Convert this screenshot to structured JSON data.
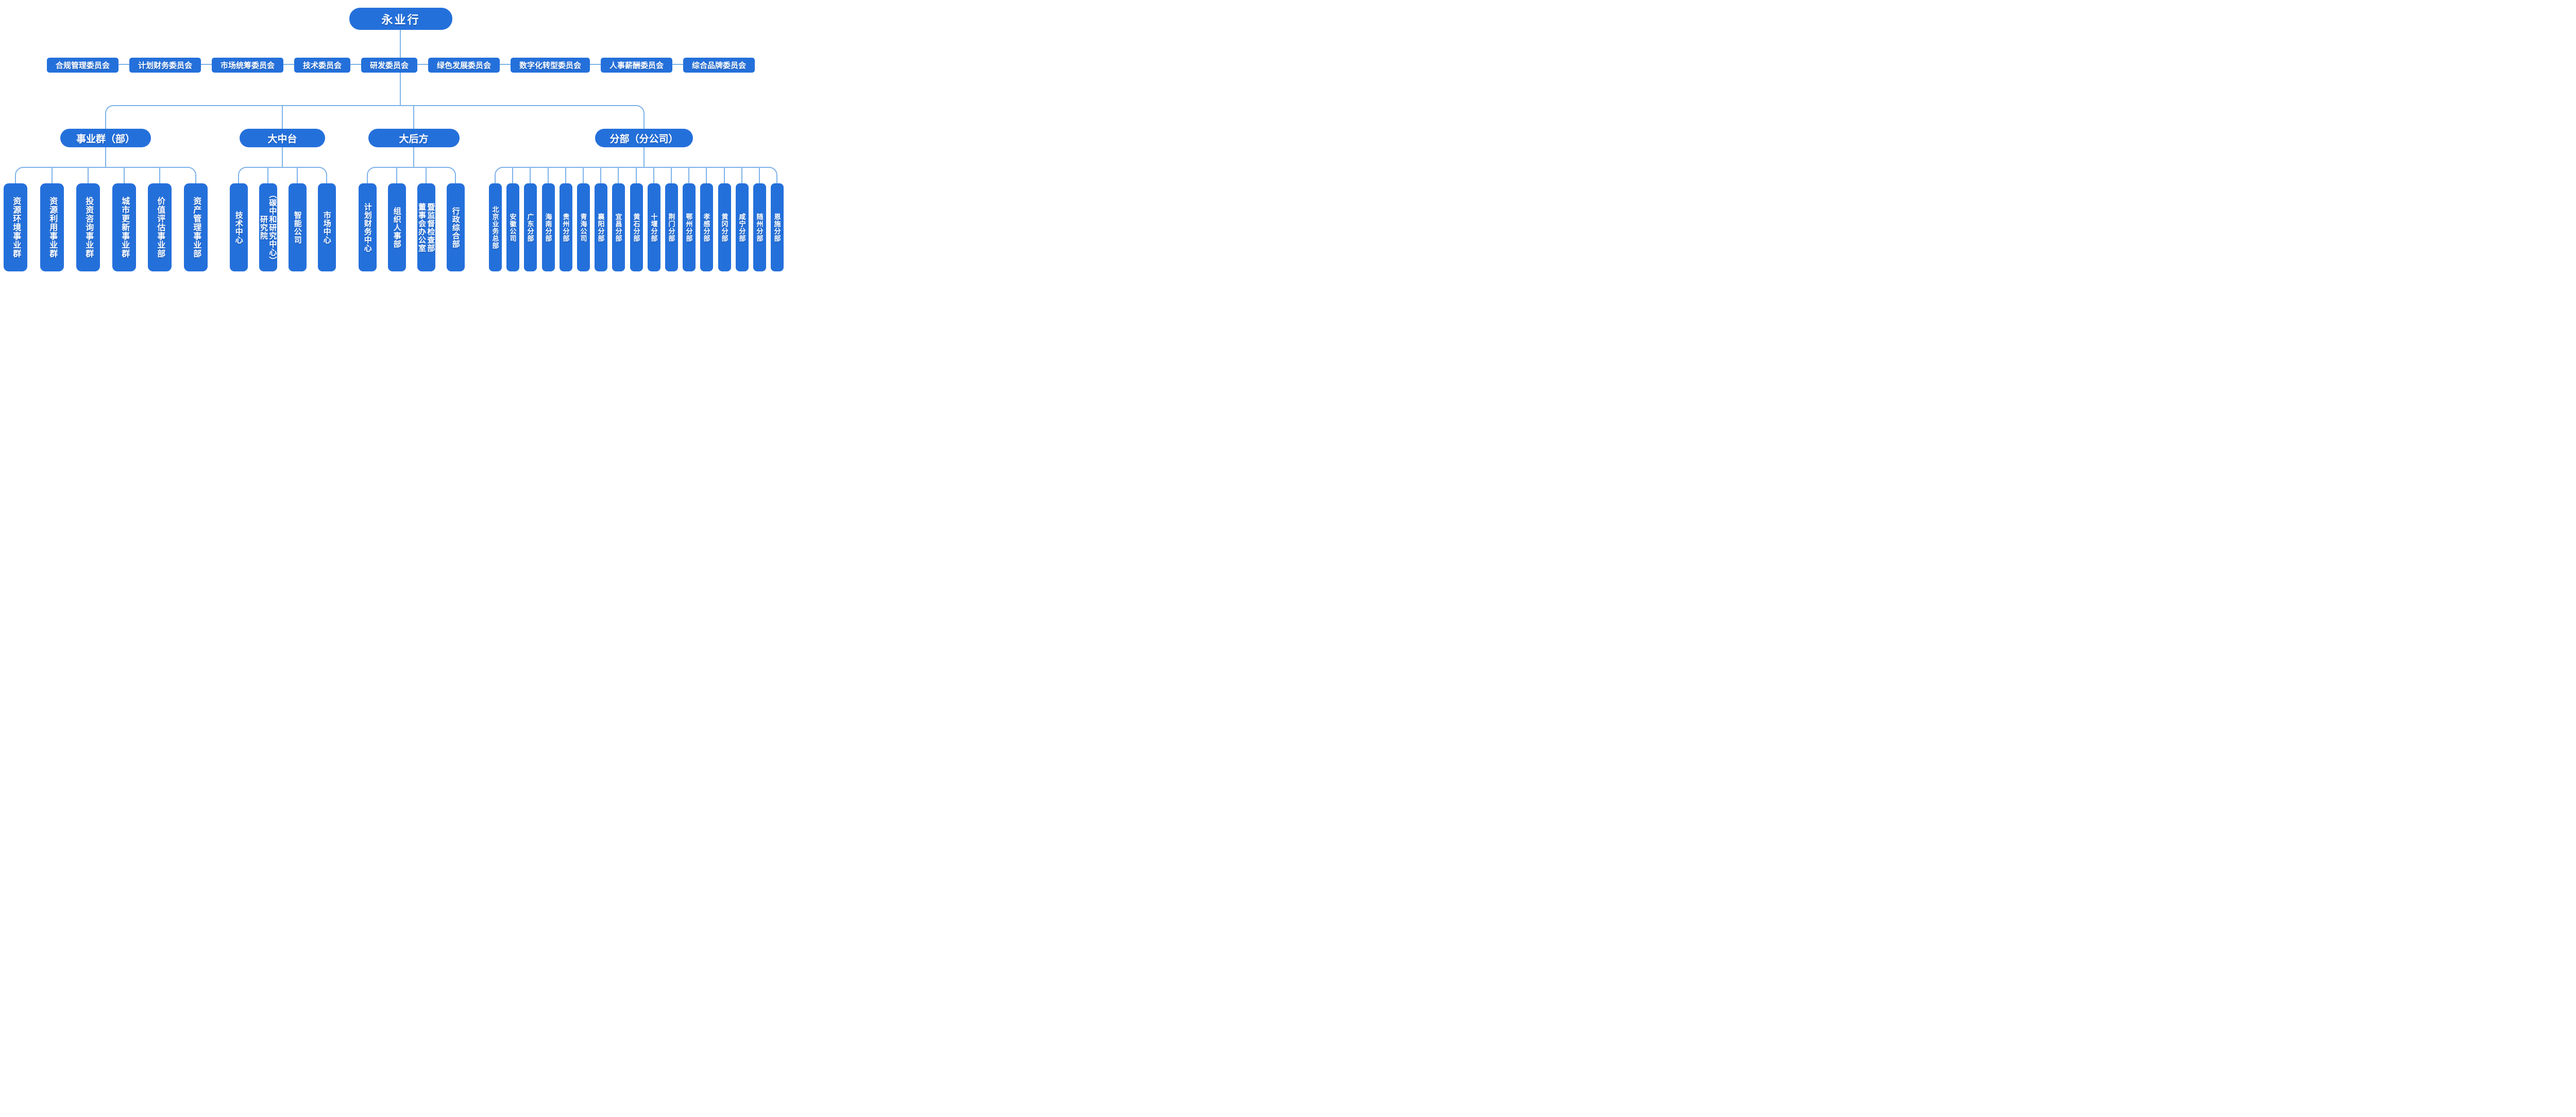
{
  "title": "永业行",
  "committees": [
    "合规管理委员会",
    "计划财务委员会",
    "市场统筹委员会",
    "技术委员会",
    "研发委员会",
    "绿色发展委员会",
    "数字化转型委员会",
    "人事薪酬委员会",
    "综合品牌委员会"
  ],
  "groups": [
    {
      "label": "事业群（部）",
      "children": [
        "资源环境事业群",
        "资源利用事业群",
        "投资咨询事业群",
        "城市更新事业群",
        "价值评估事业部",
        "资产管理事业部"
      ]
    },
    {
      "label": "大中台",
      "children": [
        "技术中心",
        "研究院\n（碳中和研究中心）",
        "智能公司",
        "市场中心"
      ]
    },
    {
      "label": "大后方",
      "children": [
        "计划财务中心",
        "组织人事部",
        "董事会办公室\n暨监督检查部",
        "行政综合部"
      ]
    },
    {
      "label": "分部（分公司）",
      "children": [
        "北京业务总部",
        "安徽公司",
        "广东分部",
        "海南分部",
        "贵州分部",
        "青海公司",
        "襄阳分部",
        "宜昌分部",
        "黄石分部",
        "十堰分部",
        "荆门分部",
        "鄂州分部",
        "孝感分部",
        "黄冈分部",
        "咸宁分部",
        "随州分部",
        "恩施分部"
      ]
    }
  ],
  "colors": {
    "node_blue": "#2470db",
    "connector_blue": "#7db2e9",
    "text_white": "#ffffff"
  }
}
